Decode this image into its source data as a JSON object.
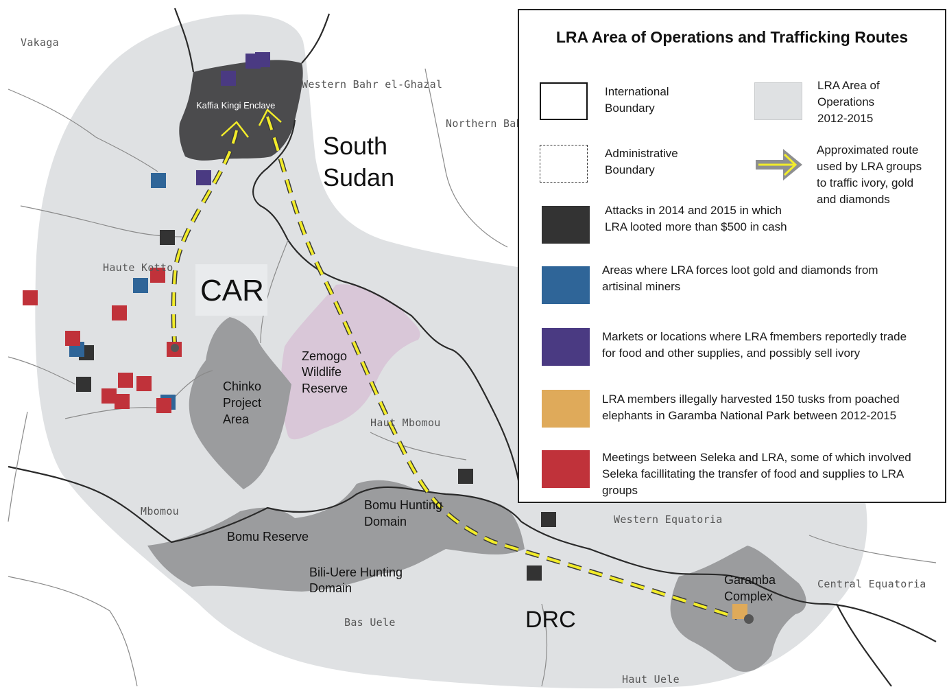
{
  "map": {
    "regions": {
      "vakaga": "Vakaga",
      "western_bahr_el_ghazal": "Western Bahr el-Ghazal",
      "northern_bahr": "Northern Bahr",
      "haute_kotto": "Haute Kotto",
      "haut_mbomou": "Haut Mbomou",
      "mbomou": "Mbomou",
      "western_equatoria": "Western Equatoria",
      "central_equatoria": "Central Equatoria",
      "bas_uele": "Bas Uele",
      "haut_uele": "Haut Uele"
    },
    "countries": {
      "south_sudan_line1": "South",
      "south_sudan_line2": "Sudan",
      "car": "CAR",
      "drc": "DRC"
    },
    "areas": {
      "kaffia_kingi": "Kaffia Kingi Enclave",
      "zemogo_l1": "Zemogo",
      "zemogo_l2": "Wildlife",
      "zemogo_l3": "Reserve",
      "chinko_l1": "Chinko",
      "chinko_l2": "Project",
      "chinko_l3": "Area",
      "bomu_hunting_l1": "Bomu Hunting",
      "bomu_hunting_l2": "Domain",
      "bomu_reserve": "Bomu Reserve",
      "bili_uere_l1": "Bili-Uere Hunting",
      "bili_uere_l2": "Domain",
      "garamba_l1": "Garamba",
      "garamba_l2": "Complex"
    },
    "colors": {
      "operations_area": "#dfe1e3",
      "protected_area": "#9b9c9e",
      "zemogo": "#d9c7d8",
      "kaffia": "#4b4b4d",
      "route": "#f2ec2a",
      "attack": "#333333",
      "gold": "#2f6598",
      "market": "#4a3a82",
      "ivory": "#dfaa5a",
      "seleka": "#c0323a"
    }
  },
  "legend": {
    "title": "LRA Area of Operations and Trafficking Routes",
    "international_boundary_l1": "International",
    "international_boundary_l2": "Boundary",
    "operations_area_l1": "LRA Area of",
    "operations_area_l2": "Operations",
    "operations_area_l3": "2012-2015",
    "admin_boundary_l1": "Administrative",
    "admin_boundary_l2": "Boundary",
    "route_l1": "Approximated route",
    "route_l2": "used by LRA groups",
    "route_l3": "to traffic ivory, gold",
    "route_l4": "and diamonds",
    "attacks_l1": "Attacks in 2014 and 2015 in which",
    "attacks_l2": "LRA looted more than $500 in cash",
    "gold_l1": "Areas where LRA forces loot gold and diamonds from",
    "gold_l2": "artisinal miners",
    "markets_l1": "Markets or locations where LRA fmembers reportedly trade",
    "markets_l2": "for food and other supplies, and possibly sell ivory",
    "ivory_l1": "LRA members illegally harvested 150 tusks from poached",
    "ivory_l2": "elephants in Garamba National Park between 2012-2015",
    "seleka_l1": "Meetings between Seleka and LRA, some of which involved",
    "seleka_l2": "Seleka facillitating the transfer of food and supplies to LRA",
    "seleka_l3": "groups"
  }
}
